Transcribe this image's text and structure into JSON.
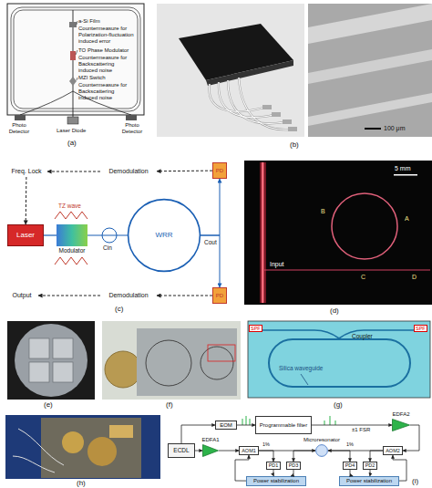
{
  "diagram": {
    "nodes": [
      {
        "text": [
          "Freq. Lock"
        ]
      },
      {
        "text": [
          "Demodulation"
        ]
      },
      {
        "text": [
          "PD"
        ]
      },
      {
        "text": [
          "Laser"
        ]
      },
      {
        "text": [
          "Modulator"
        ]
      },
      {
        "text": [
          "WRR"
        ]
      },
      {
        "text": [
          "Output"
        ]
      },
      {
        "text": [
          "Demodulation"
        ]
      },
      {
        "text": [
          "PD"
        ]
      },
      {
        "text": [
          "ECDL"
        ]
      },
      {
        "text": [
          "EOM"
        ]
      },
      {
        "text": [
          "Programmable filter"
        ]
      },
      {
        "text": [
          "EDFA2"
        ]
      },
      {
        "text": [
          "EDFA1"
        ]
      },
      {
        "text": [
          "Microresonator"
        ]
      },
      {
        "text": [
          "AOM1"
        ]
      },
      {
        "text": [
          "AOM2"
        ]
      },
      {
        "text": [
          "PD1"
        ]
      },
      {
        "text": [
          "PD3"
        ]
      },
      {
        "text": [
          "PD4"
        ]
      },
      {
        "text": [
          "PD2"
        ]
      },
      {
        "text": [
          "Power stabilization"
        ]
      },
      {
        "text": [
          "Power stabilization"
        ]
      }
    ],
    "edges": [
      {
        "from": 2,
        "to": 1,
        "arrow": "to"
      },
      {
        "from": 1,
        "to": 0,
        "arrow": "to"
      },
      {
        "from": 0,
        "to": 3,
        "arrow": "to"
      },
      {
        "from": 3,
        "to": 4,
        "arrow": "none"
      },
      {
        "from": 4,
        "to": 5,
        "arrow": "none"
      },
      {
        "from": 5,
        "to": 2,
        "arrow": "to"
      },
      {
        "from": 5,
        "to": 8,
        "arrow": "to"
      },
      {
        "from": 8,
        "to": 7,
        "arrow": "to"
      },
      {
        "from": 7,
        "to": 6,
        "arrow": "to"
      },
      {
        "from": 9,
        "to": 10,
        "arrow": "to"
      },
      {
        "from": 10,
        "to": 11,
        "arrow": "to"
      },
      {
        "from": 11,
        "to": 12,
        "arrow": "to"
      },
      {
        "from": 9,
        "to": 13,
        "arrow": "to"
      },
      {
        "from": 13,
        "to": 15,
        "arrow": "to"
      },
      {
        "from": 15,
        "to": 14,
        "arrow": "to"
      },
      {
        "from": 12,
        "to": 16,
        "arrow": "to"
      },
      {
        "from": 16,
        "to": 14,
        "arrow": "to"
      },
      {
        "from": 15,
        "to": 17,
        "arrow": "to"
      },
      {
        "from": 14,
        "to": 18,
        "arrow": "to"
      },
      {
        "from": 14,
        "to": 19,
        "arrow": "to"
      },
      {
        "from": 16,
        "to": 20,
        "arrow": "to"
      },
      {
        "from": 17,
        "to": 21,
        "arrow": "to"
      },
      {
        "from": 18,
        "to": 21,
        "arrow": "to"
      },
      {
        "from": 19,
        "to": 22,
        "arrow": "to"
      },
      {
        "from": 20,
        "to": 22,
        "arrow": "to"
      },
      {
        "from": 21,
        "to": 15,
        "arrow": "to"
      },
      {
        "from": 22,
        "to": 16,
        "arrow": "to"
      }
    ],
    "labels": [
      "a-Si Film",
      "Countermeasure for Polarization-fluctuation induced error",
      "TO Phase Modulator",
      "Countermeasure for Backscattering induced noise",
      "MZI Switch",
      "Countermeasure for Backscattering induced noise",
      "Photo Detector",
      "Photo Detector",
      "Laser Diode",
      "(a)",
      "100 μm",
      "(b)",
      "TZ wave",
      "Cin",
      "Cout",
      "(c)",
      "5 mm",
      "Input",
      "B",
      "A",
      "C",
      "D",
      "(d)",
      "(e)",
      "(f)",
      "SPF",
      "SPF",
      "Coupler",
      "Silica waveguide",
      "(g)",
      "(h)",
      "±1 FSR",
      "1%",
      "1%",
      "(i)"
    ]
  }
}
